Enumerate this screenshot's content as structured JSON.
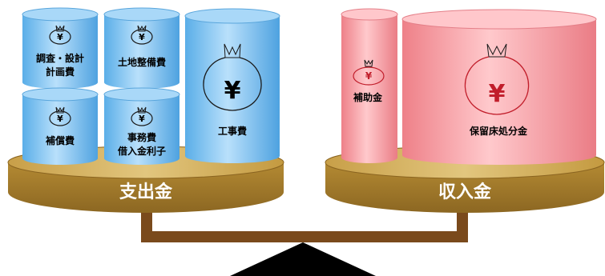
{
  "expense": {
    "base_label": "支出金",
    "items": {
      "survey": "調査・設計計画費",
      "survey_line1": "調査・設計",
      "survey_line2": "計画費",
      "land": "土地整備費",
      "compensation": "補償費",
      "admin": "事務費借入金利子",
      "admin_line1": "事務費",
      "admin_line2": "借入金利子",
      "construction": "工事費"
    }
  },
  "revenue": {
    "base_label": "収入金",
    "items": {
      "subsidy": "補助金",
      "reserved_land": "保留床処分金"
    }
  },
  "symbols": {
    "yen": "¥"
  },
  "icons": {
    "money_bag": "money-bag-icon",
    "fulcrum": "fulcrum-triangle"
  },
  "colors": {
    "expense_cylinder": "#7ec2f4",
    "revenue_cylinder": "#f59aa0",
    "plate": "#c69a3d",
    "beam": "#7a4a1c",
    "fulcrum": "#000000"
  }
}
